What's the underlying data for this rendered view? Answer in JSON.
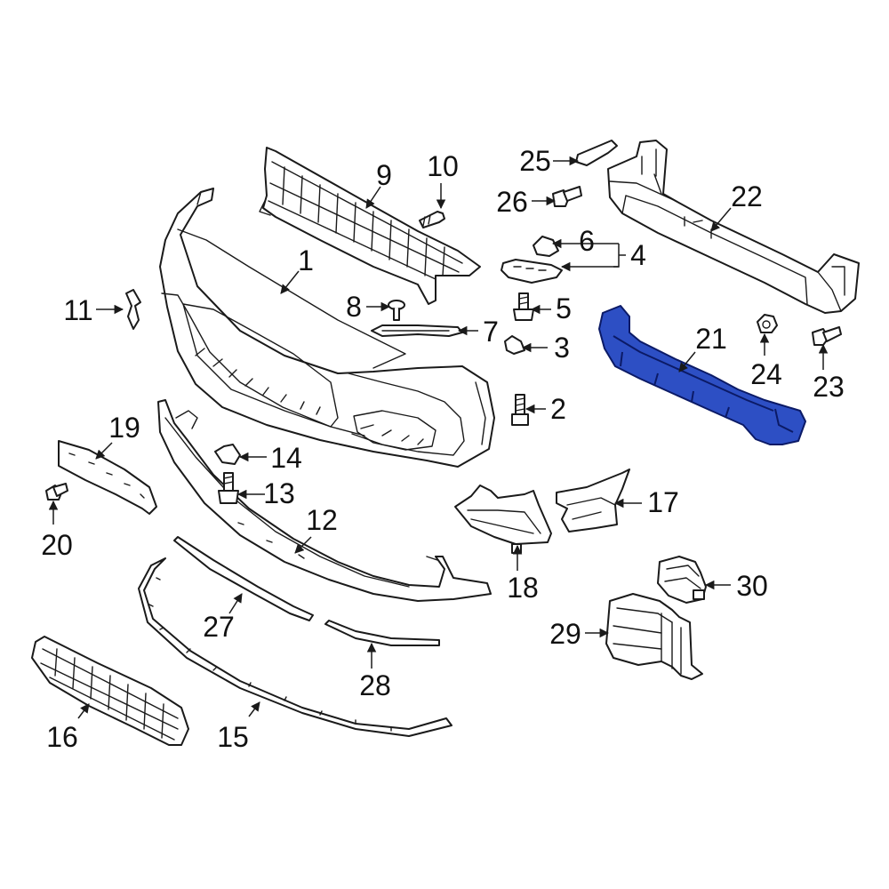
{
  "colors": {
    "line": "#1a1a1a",
    "highlight_fill": "#2d4fc4",
    "highlight_stroke": "#0b1a66",
    "background": "#ffffff"
  },
  "highlighted_part": "21",
  "callouts": {
    "c1": "1",
    "c2": "2",
    "c3": "3",
    "c4": "4",
    "c5": "5",
    "c6": "6",
    "c7": "7",
    "c8": "8",
    "c9": "9",
    "c10": "10",
    "c11": "11",
    "c12": "12",
    "c13": "13",
    "c14": "14",
    "c15": "15",
    "c16": "16",
    "c17": "17",
    "c18": "18",
    "c19": "19",
    "c20": "20",
    "c21": "21",
    "c22": "22",
    "c23": "23",
    "c24": "24",
    "c25": "25",
    "c26": "26",
    "c27": "27",
    "c28": "28",
    "c29": "29",
    "c30": "30"
  }
}
